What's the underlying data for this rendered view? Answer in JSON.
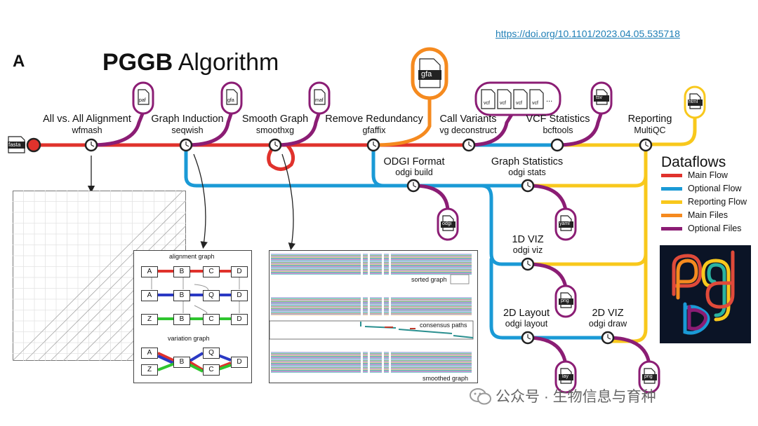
{
  "doi": "https://doi.org/10.1101/2023.04.05.535718",
  "panel_label": "A",
  "title": {
    "bold": "PGGB",
    "rest": " Algorithm"
  },
  "colors": {
    "main_flow": "#e0322c",
    "optional_flow": "#1a9ad6",
    "reporting_flow": "#f8c81c",
    "main_files": "#f58a1f",
    "optional_files": "#8b1d74"
  },
  "steps": {
    "alignment": {
      "title": "All vs. All Alignment",
      "tool": "wfmash"
    },
    "induction": {
      "title": "Graph Induction",
      "tool": "seqwish"
    },
    "smooth": {
      "title": "Smooth Graph",
      "tool": "smoothxg"
    },
    "redundancy": {
      "title": "Remove Redundancy",
      "tool": "gfaffix"
    },
    "variants": {
      "title": "Call Variants",
      "tool": "vg deconstruct"
    },
    "vcfstats": {
      "title": "VCF Statistics",
      "tool": "bcftools"
    },
    "reporting": {
      "title": "Reporting",
      "tool": "MultiQC"
    },
    "odgi_format": {
      "title": "ODGI Format",
      "tool": "odgi build"
    },
    "graph_stats": {
      "title": "Graph Statistics",
      "tool": "odgi stats"
    },
    "viz1d": {
      "title": "1D VIZ",
      "tool": "odgi viz"
    },
    "layout2d": {
      "title": "2D Layout",
      "tool": "odgi layout"
    },
    "viz2d": {
      "title": "2D VIZ",
      "tool": "odgi draw"
    }
  },
  "files": {
    "fasta": "fasta",
    "paf": "paf",
    "gfa_small": "gfa",
    "maf": "maf",
    "gfa_main": "gfa",
    "vcf": "vcf",
    "vcf_more": "...",
    "tsv": "tsv",
    "html": "html",
    "odgi": "odgi",
    "yaml": "yaml",
    "png1": "png",
    "lay": "lay",
    "png2": "png"
  },
  "legend": {
    "title": "Dataflows",
    "items": [
      {
        "label": "Main Flow",
        "color": "#e0322c"
      },
      {
        "label": "Optional Flow",
        "color": "#1a9ad6"
      },
      {
        "label": "Reporting Flow",
        "color": "#f8c81c"
      },
      {
        "label": "Main Files",
        "color": "#f58a1f"
      },
      {
        "label": "Optional Files",
        "color": "#8b1d74"
      }
    ]
  },
  "seqwish_panel": {
    "alignment_graph": "alignment graph",
    "variation_graph": "variation graph",
    "row1": [
      "A",
      "B",
      "C",
      "D"
    ],
    "row2": [
      "A",
      "B",
      "Q",
      "D"
    ],
    "row3": [
      "Z",
      "B",
      "C",
      "D"
    ],
    "var": [
      "A",
      "Z",
      "B",
      "Q",
      "C",
      "D"
    ]
  },
  "smooth_panel": {
    "sorted": "sorted graph",
    "consensus": "consensus paths",
    "smoothed": "smoothed graph"
  },
  "watermark": "公众号 · 生物信息与育种",
  "logo_text": "pggb"
}
